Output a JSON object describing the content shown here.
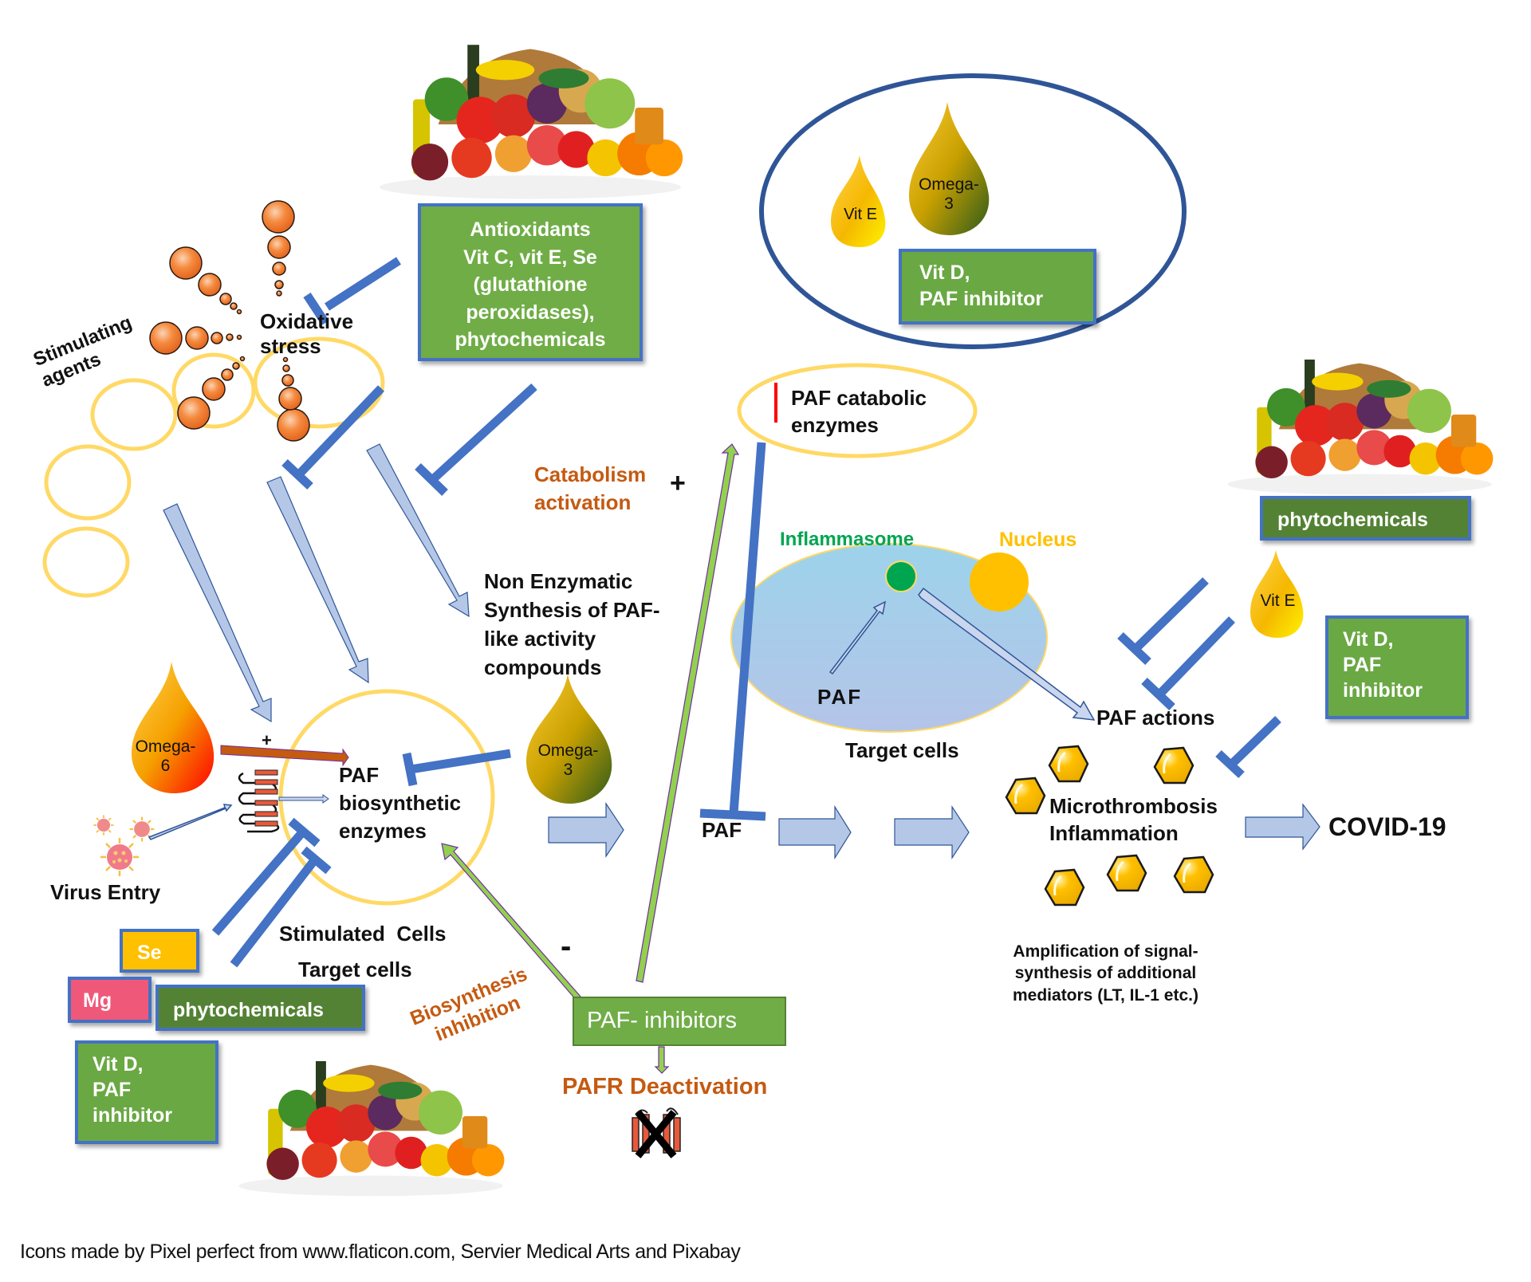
{
  "labels": {
    "stimulating_agents": "Stimulating agents",
    "oxidative_stress": "Oxidative stress",
    "non_enzymatic": [
      "Non Enzymatic",
      "Synthesis of PAF-",
      "like activity",
      "compounds"
    ],
    "catabolism_activation": [
      "Catabolism",
      "activation"
    ],
    "plus_sign": "+",
    "minus_sign": "-",
    "paf_catabolic_enzymes": [
      "PAF catabolic",
      "enzymes"
    ],
    "inflammasome": "Inflammasome",
    "nucleus": "Nucleus",
    "paf_in_cell": "PAF",
    "target_cells_right": "Target cells",
    "paf_actions": "PAF actions",
    "paf_biosynthetic_enzymes": [
      "PAF",
      "biosynthetic",
      "enzymes"
    ],
    "virus_entry": "Virus Entry",
    "stimulated_cells": "Stimulated  Cells",
    "target_cells_left": "Target cells",
    "biosynthesis_inhibition": [
      "Biosynthesis",
      "inhibition"
    ],
    "paf_center": "PAF",
    "microthrombosis": "Microthrombosis",
    "inflammation": "Inflammation",
    "covid": "COVID-19",
    "amplification": [
      "Amplification  of signal-",
      "synthesis of additional",
      "mediators (LT, IL-1 etc.)"
    ],
    "pafr_deactivation": "PAFR Deactivation",
    "credits": "Icons made by Pixel perfect from www.flaticon.com,  Servier Medical Arts and Pixabay"
  },
  "boxes": {
    "antioxidants": [
      "Antioxidants",
      "Vit C, vit E, Se",
      "(glutathione",
      "peroxidases),",
      "phytochemicals"
    ],
    "vitd_top": [
      "Vit D,",
      "PAF inhibitor"
    ],
    "phytochemicals_right": "phytochemicals",
    "vitd_right": [
      "Vit D,",
      "PAF",
      "inhibitor"
    ],
    "se": "Se",
    "mg": "Mg",
    "phytochemicals_left": "phytochemicals",
    "vitd_left": [
      "Vit D,",
      "PAF",
      "inhibitor"
    ],
    "paf_inhibitors": "PAF- inhibitors"
  },
  "drops": {
    "vit_e_top": "Vit E",
    "omega3_top": [
      "Omega-",
      "3"
    ],
    "omega6": [
      "Omega-",
      "6"
    ],
    "omega3_mid": [
      "Omega-",
      "3"
    ],
    "vit_e_right": "Vit E"
  },
  "icons": {
    "food_basket": "food-basket-icon",
    "virus": "virus-icon",
    "receptor": "paf-receptor-icon",
    "platelet": "platelet-icon"
  },
  "colors": {
    "inhibit_blue": "#4472c4",
    "flow_arrow": "#b4c7e7",
    "promote_green": "#92d050",
    "circle_gold": "#ffd966",
    "label_orange": "#c55a11"
  }
}
